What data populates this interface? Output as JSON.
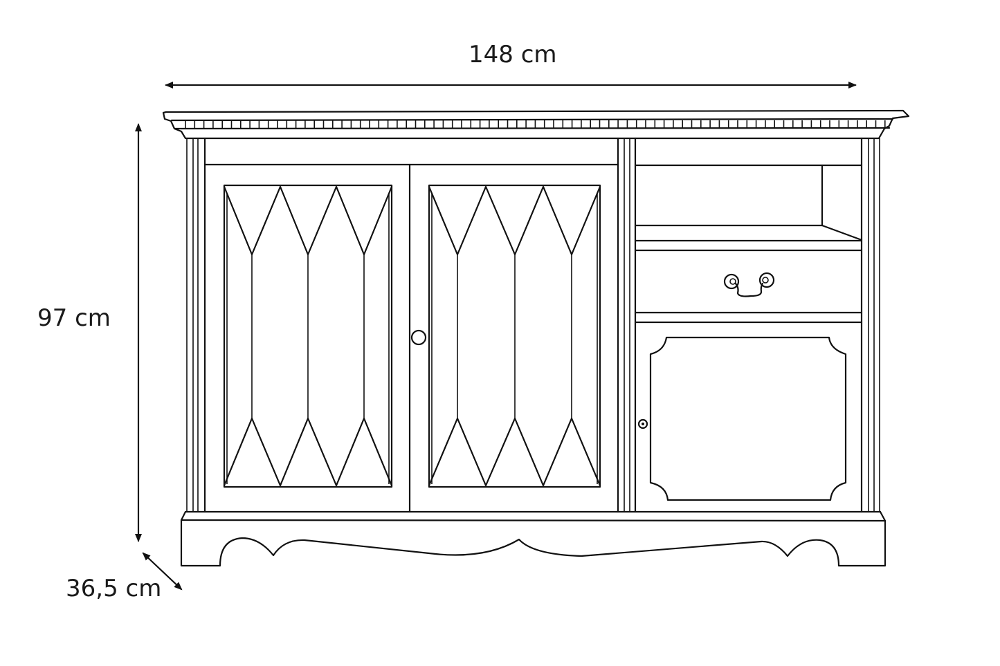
{
  "diagram": {
    "subject": "sideboard",
    "style": "line drawing",
    "colors": {
      "line": "#111111",
      "background": "#ffffff",
      "text": "#1a1a1a"
    },
    "dimensions": {
      "width": {
        "label": "148 cm",
        "value": 148,
        "unit": "cm"
      },
      "height": {
        "label": "97 cm",
        "value": 97,
        "unit": "cm"
      },
      "depth": {
        "label": "36,5 cm",
        "value": 36.5,
        "unit": "cm"
      }
    },
    "components": {
      "top_cornice": "dentil-molding-cornice",
      "left_section": {
        "doors": 2,
        "panel": "diamond-pattern",
        "handle": "round-knob"
      },
      "right_section": {
        "open_shelf": 1,
        "drawer": {
          "count": 1,
          "handle": "bail-pull"
        },
        "door": {
          "count": 1,
          "panel": "notched-corner-panel",
          "handle": "keyhole-knob"
        }
      },
      "base": "scalloped-plinth"
    }
  }
}
